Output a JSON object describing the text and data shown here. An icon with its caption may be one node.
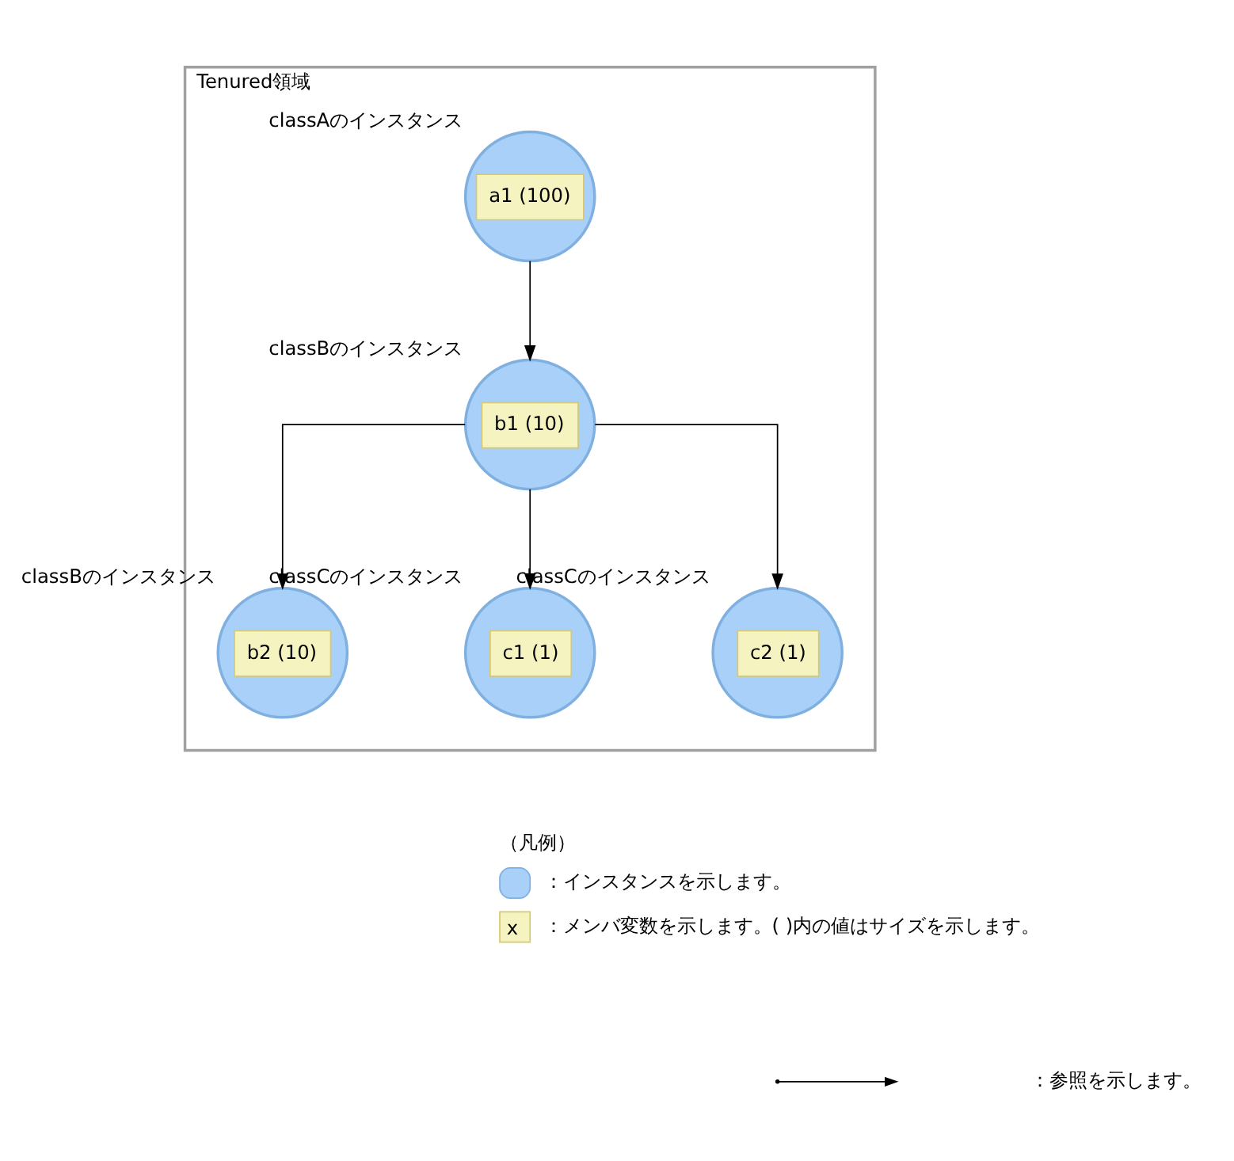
{
  "diagram": {
    "nodes": [
      {
        "text": [
          "Tenured領域"
        ]
      },
      {
        "text": [
          "a1 (100)"
        ],
        "in": 0,
        "beside": [
          "classAのインスタンス"
        ]
      },
      {
        "text": [
          "b1 (10)"
        ],
        "in": 0,
        "beside": [
          "classBのインスタンス"
        ]
      },
      {
        "text": [
          "b2 (10)"
        ],
        "in": 0,
        "beside": [
          "classBのインスタンス"
        ]
      },
      {
        "text": [
          "c1 (1)"
        ],
        "in": 0,
        "beside": [
          "classCのインスタンス"
        ]
      },
      {
        "text": [
          "c2 (1)"
        ],
        "in": 0,
        "beside": [
          "classCのインスタンス"
        ]
      }
    ],
    "edges": [
      {
        "from": 1,
        "to": 2,
        "arrow": "to"
      },
      {
        "from": 2,
        "to": 3,
        "arrow": "to"
      },
      {
        "from": 2,
        "to": 4,
        "arrow": "to"
      },
      {
        "from": 2,
        "to": 5,
        "arrow": "to"
      }
    ],
    "labels": [
      "（凡例）",
      "x"
    ],
    "legend": [
      {
        "text": "：インスタンスを示します。",
        "color": "#a8d0f8"
      },
      {
        "text": "：メンバ変数を示します。( )内の値はサイズを示します。",
        "color": "#f5f3c0"
      },
      {
        "text": "：参照を示します。"
      }
    ]
  }
}
